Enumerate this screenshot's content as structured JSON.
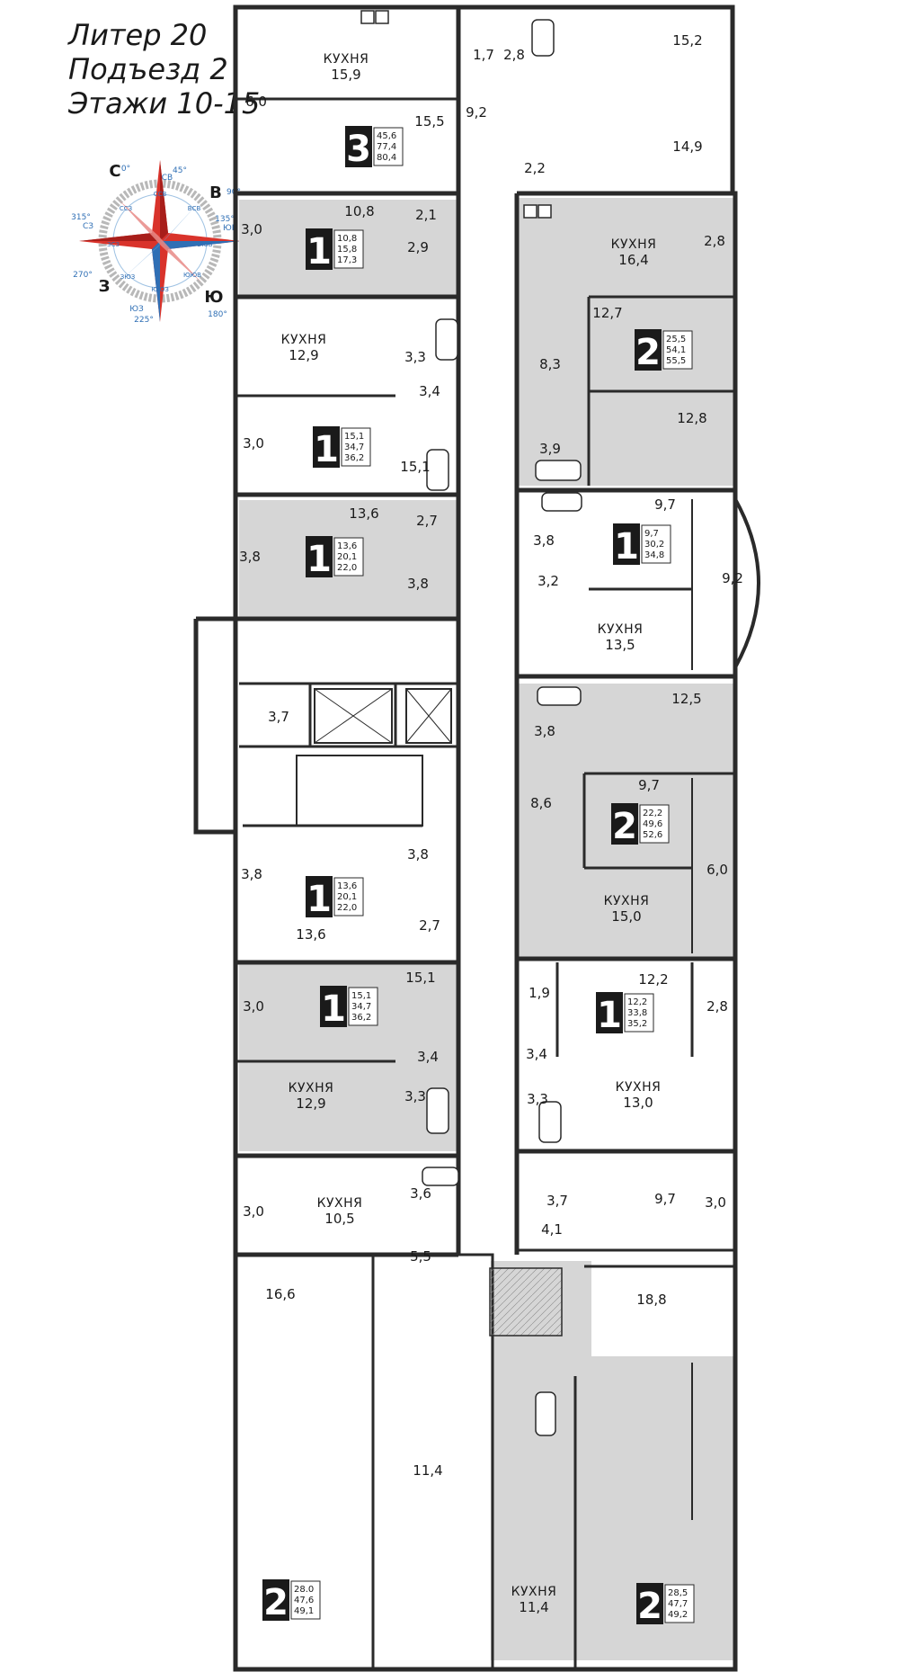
{
  "header": {
    "line1": "Литер 20",
    "line2": "Подъезд 2",
    "line3": "Этажи 10-15"
  },
  "colors": {
    "wall": "#2a2a2a",
    "shaded": "#d6d6d6",
    "white": "#ffffff",
    "accent_red": "#d9332b",
    "accent_blue": "#2f6fb5"
  },
  "compass": {
    "main": {
      "n": "С",
      "e": "В",
      "s": "Ю",
      "w": "З"
    },
    "deg": {
      "n": "0°",
      "ne": "45°",
      "e": "90°",
      "se": "135°",
      "s": "180°",
      "sw": "225°",
      "w": "270°",
      "nw": "315°"
    },
    "inter": {
      "ne": "СВ",
      "se": "ЮВ",
      "sw": "ЮЗ",
      "nw": "СЗ"
    },
    "ring": [
      "ССВ",
      "ВСВ",
      "ВЮВ",
      "ЮЮВ",
      "ЮЮЗ",
      "ЗЮЗ",
      "ЗСЗ",
      "ССЗ"
    ]
  },
  "kitchen_label": "КУХНЯ",
  "apartments": [
    {
      "id": "a1",
      "rooms": "3",
      "vals": [
        "45,6",
        "77,4",
        "80,4"
      ]
    },
    {
      "id": "a2",
      "rooms": "1",
      "vals": [
        "10,8",
        "15,8",
        "17,3"
      ]
    },
    {
      "id": "a3",
      "rooms": "1",
      "vals": [
        "15,1",
        "34,7",
        "36,2"
      ]
    },
    {
      "id": "a4",
      "rooms": "1",
      "vals": [
        "13,6",
        "20,1",
        "22,0"
      ]
    },
    {
      "id": "a5",
      "rooms": "1",
      "vals": [
        "13,6",
        "20,1",
        "22,0"
      ]
    },
    {
      "id": "a6",
      "rooms": "1",
      "vals": [
        "15,1",
        "34,7",
        "36,2"
      ]
    },
    {
      "id": "a7",
      "rooms": "2",
      "vals": [
        "28.0",
        "47,6",
        "49,1"
      ]
    },
    {
      "id": "a8",
      "rooms": "2",
      "vals": [
        "25,5",
        "54,1",
        "55,5"
      ]
    },
    {
      "id": "a9",
      "rooms": "1",
      "vals": [
        "9,7",
        "30,2",
        "34,8"
      ]
    },
    {
      "id": "a10",
      "rooms": "2",
      "vals": [
        "22,2",
        "49,6",
        "52,6"
      ]
    },
    {
      "id": "a11",
      "rooms": "1",
      "vals": [
        "12,2",
        "33,8",
        "35,2"
      ]
    },
    {
      "id": "a12",
      "rooms": "2",
      "vals": [
        "28,5",
        "47,7",
        "49,2"
      ]
    }
  ],
  "areas": {
    "l_a1_kitchen": "15,9",
    "l_a1_bal": "6,0",
    "l_a1_room": "15,5",
    "l_hall_top": "9,2",
    "l_b17": "1,7",
    "l_b28": "2,8",
    "l_r152": "15,2",
    "l_r149": "14,9",
    "l_c22": "2,2",
    "l_a2_room": "10,8",
    "l_a2_hall": "2,1",
    "l_a2_bath": "2,9",
    "l_a2_bal": "3,0",
    "l_a3_kitchen": "12,9",
    "l_a3_bath": "3,3",
    "l_a3_hall": "3,4",
    "l_a3_bal": "3,0",
    "l_a3_room": "15,1",
    "l_a4_room": "13,6",
    "l_a4_hall": "2,7",
    "l_a4_bal": "3,8",
    "l_a4_bath": "3,8",
    "l_lift": "3,7",
    "l_a5_bath": "3,8",
    "l_a5_bal": "3,8",
    "l_a5_room": "13,6",
    "l_a5_hall": "2,7",
    "l_a6_room": "15,1",
    "l_a6_bal": "3,0",
    "l_a6_hall": "3,4",
    "l_a6_kitchen": "12,9",
    "l_a6_bath": "3,3",
    "l_k105": "10,5",
    "l_k105_bal": "3,0",
    "l_k105_bath": "3,6",
    "l_hall55": "5,5",
    "l_a7_room": "16,6",
    "l_a7_r2": "11,4",
    "l_a8_kitchen": "16,4",
    "l_a8_bal": "2,8",
    "l_a8_room": "12,7",
    "l_a8_hall": "8,3",
    "l_a8_r2": "12,8",
    "l_a8_bath": "3,9",
    "l_a9_room": "9,7",
    "l_a9_bath": "3,8",
    "l_a9_hall": "3,2",
    "l_a9_kitchen": "13,5",
    "l_a9_bal": "9,2",
    "l_a10_r1": "12,5",
    "l_a10_bath": "3,8",
    "l_a10_hall": "8,6",
    "l_a10_room": "9,7",
    "l_a10_bal": "6,0",
    "l_a10_kitchen": "15,0",
    "l_a11_wc": "1,9",
    "l_a11_room": "12,2",
    "l_a11_bal": "2,8",
    "l_a11_hall": "3,4",
    "l_a11_kitchen": "13,0",
    "l_a11_bath": "3,3",
    "l_a12_bath": "3,7",
    "l_a12_room": "9,7",
    "l_a12_bal": "3,0",
    "l_a12_hall": "4,1",
    "l_a12_r2": "18,8",
    "l_a12_kitchen": "11,4"
  }
}
